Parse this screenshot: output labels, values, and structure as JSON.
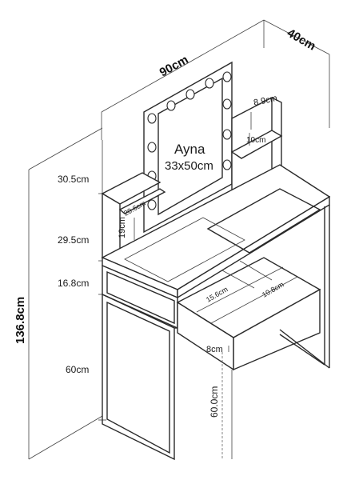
{
  "labels": {
    "width": "90cm",
    "depth": "40cm",
    "total_height": "136.8cm",
    "upper_section": "30.5cm",
    "middle_section": "29.5cm",
    "drawer_section": "16.8cm",
    "leg_height": "60cm",
    "floor_to_drawer": "60.0cm",
    "mirror_name": "Ayna",
    "mirror_size": "33x50cm",
    "shelf_depth": "20.6cm",
    "shelf_gap": "19cm",
    "top_shelf_clearance": "8.9cm",
    "top_shelf_depth": "10cm",
    "drawer_inner_a": "15.6cm",
    "drawer_inner_b": "10.8cm",
    "drawer_height": "8cm"
  }
}
